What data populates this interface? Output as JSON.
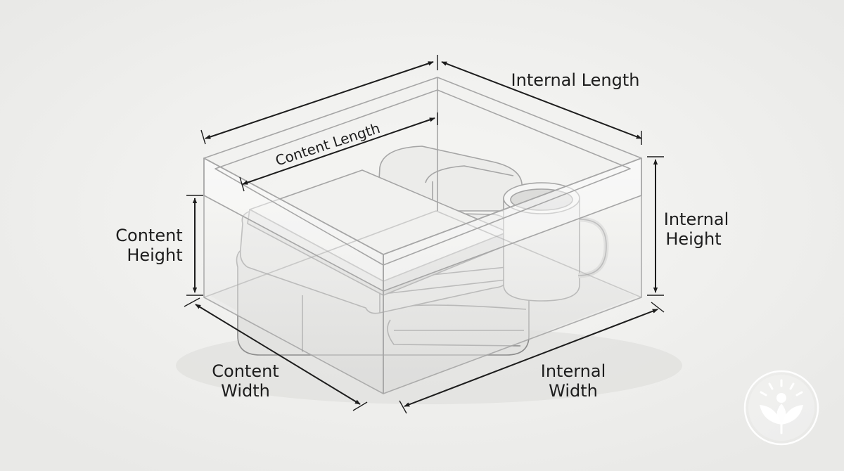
{
  "labels": {
    "internal_length": "Internal Length",
    "content_length": "Content Length",
    "internal_height": [
      "Internal",
      "Height"
    ],
    "content_height": [
      "Content",
      "Height"
    ],
    "content_width": [
      "Content",
      "Width"
    ],
    "internal_width": [
      "Internal",
      "Width"
    ]
  },
  "colors": {
    "background": "#f1f1ef",
    "line": "#1d1d1d",
    "box_outline": "#a6a6a6",
    "object_fill": "#e4e4e2",
    "object_stroke": "#8c8c8c"
  },
  "icons": {
    "logo": "seedling-leaves-logo-icon"
  }
}
